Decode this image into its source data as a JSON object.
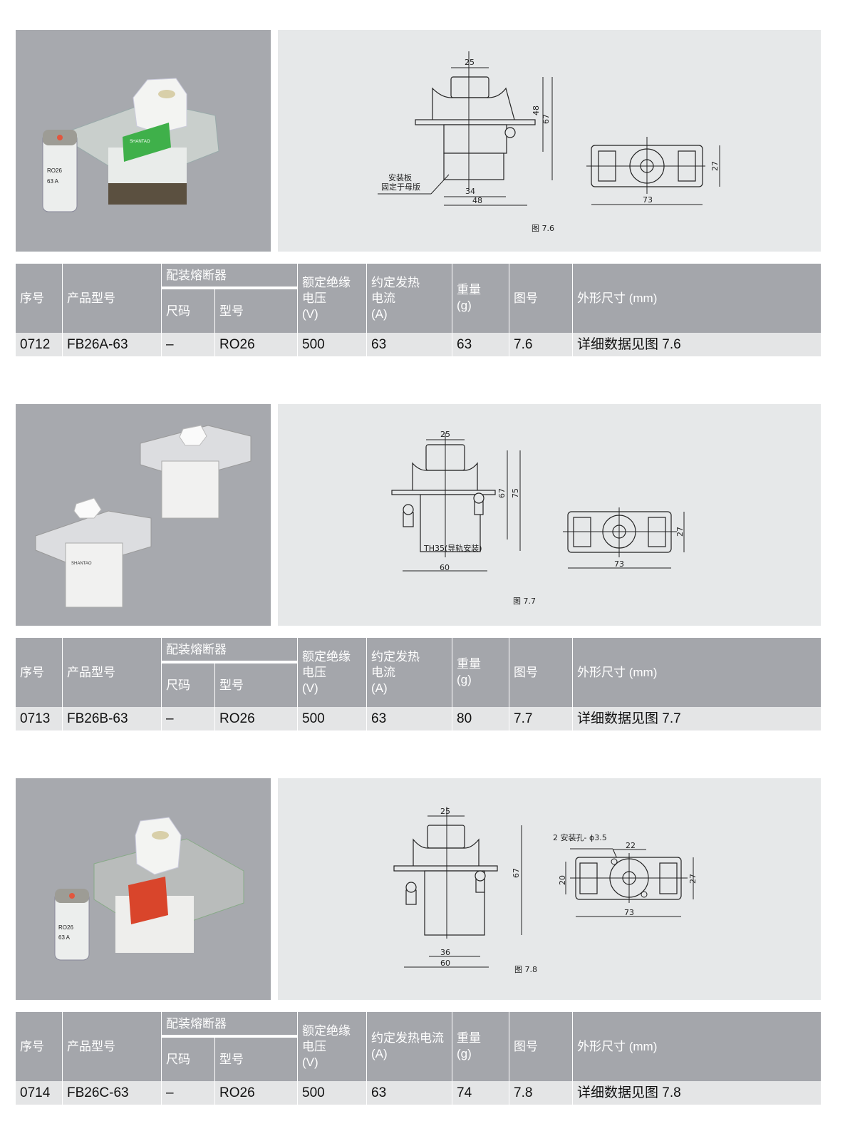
{
  "header_labels": {
    "seq": "序号",
    "model": "产品型号",
    "fuse_group": "配装熔断器",
    "size": "尺码",
    "fuse_model": "型号",
    "voltage": [
      "额定绝缘",
      "电压",
      "(V)"
    ],
    "current": [
      "约定发热",
      "电流",
      "(A)"
    ],
    "current_one_line": "约定发热电流",
    "current_unit": "(A)",
    "weight": [
      "重量",
      "(g)"
    ],
    "figure": "图号",
    "dimensions": "外形尺寸 (mm)"
  },
  "products": [
    {
      "seq": "0712",
      "model": "FB26A-63",
      "size": "–",
      "fuse_model": "RO26",
      "voltage": "500",
      "current": "63",
      "weight": "63",
      "figure": "7.6",
      "dimensions": "详细数据见图 7.6",
      "drawing": {
        "caption": "图 7.6",
        "dims": {
          "knob": "25",
          "h1": "48",
          "h2": "67",
          "w1": "34",
          "w2": "48",
          "top_w": "73",
          "top_h": "27"
        },
        "note": [
          "安装板",
          "固定于母版"
        ]
      }
    },
    {
      "seq": "0713",
      "model": "FB26B-63",
      "size": "–",
      "fuse_model": "RO26",
      "voltage": "500",
      "current": "63",
      "weight": "80",
      "figure": "7.7",
      "dimensions": "详细数据见图 7.7",
      "drawing": {
        "caption": "图 7.7",
        "dims": {
          "knob": "25",
          "h1": "67",
          "h2": "75",
          "w": "60",
          "top_w": "73",
          "top_h": "27"
        },
        "note": "TH35(导轨安装)"
      }
    },
    {
      "seq": "0714",
      "model": "FB26C-63",
      "size": "–",
      "fuse_model": "RO26",
      "voltage": "500",
      "current": "63",
      "weight": "74",
      "figure": "7.8",
      "dimensions": "详细数据见图 7.8",
      "drawing": {
        "caption": "图 7.8",
        "dims": {
          "knob": "25",
          "h": "67",
          "w1": "36",
          "w2": "60",
          "hole_pitch": "22",
          "hole_h": "20",
          "top_w": "73",
          "top_h": "27"
        },
        "note": "2 安装孔- ϕ3.5"
      }
    }
  ],
  "photo_labels": {
    "brand": "SHANTAO",
    "fuse_text": [
      "RO26",
      "63 A"
    ]
  },
  "colors": {
    "photo_bg": "#a7a9ae",
    "drawing_bg": "#e6e8e9",
    "header_bg": "#a4a6ab",
    "row_bg": "#e4e5e6",
    "label_green": "#3fb04a",
    "label_red": "#d9452b"
  }
}
